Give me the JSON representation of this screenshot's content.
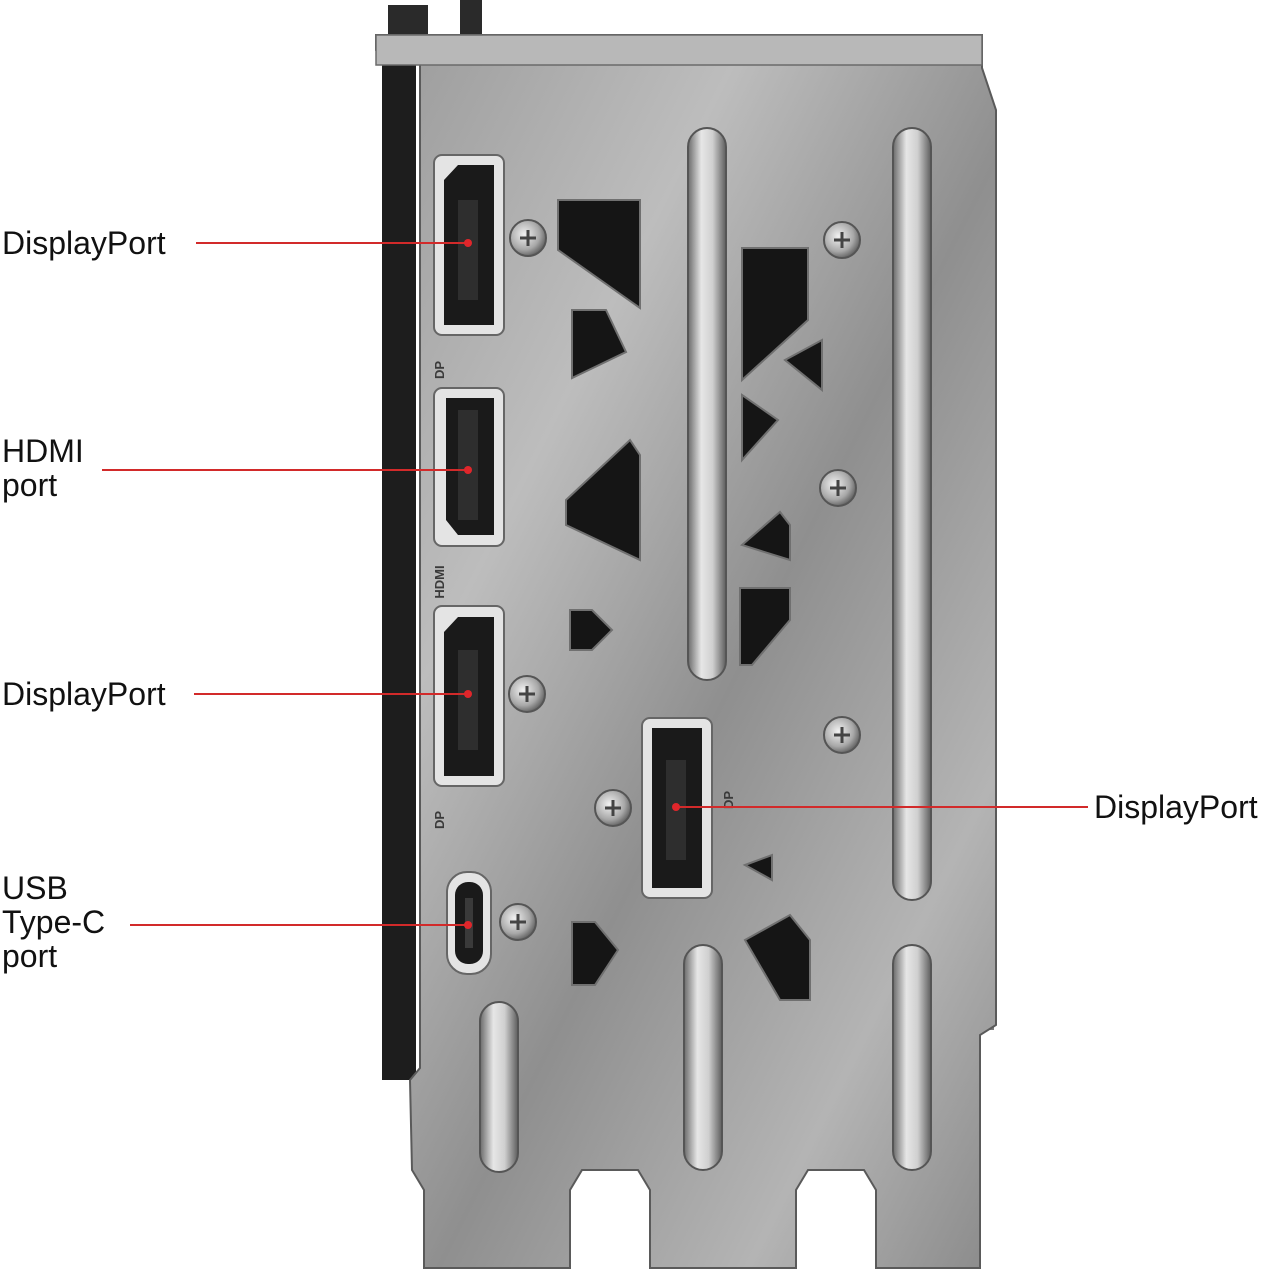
{
  "accent_color": "#e0262b",
  "bracket": {
    "port_markings": [
      "DP",
      "HDMI",
      "DP",
      "DP"
    ]
  },
  "callouts": [
    {
      "id": "dp1",
      "lines": [
        "DisplayPort"
      ]
    },
    {
      "id": "hdmi",
      "lines": [
        "HDMI",
        "port"
      ]
    },
    {
      "id": "dp2",
      "lines": [
        "DisplayPort"
      ]
    },
    {
      "id": "usbc",
      "lines": [
        "USB",
        "Type-C",
        "port"
      ]
    },
    {
      "id": "dp3",
      "lines": [
        "DisplayPort"
      ]
    }
  ]
}
